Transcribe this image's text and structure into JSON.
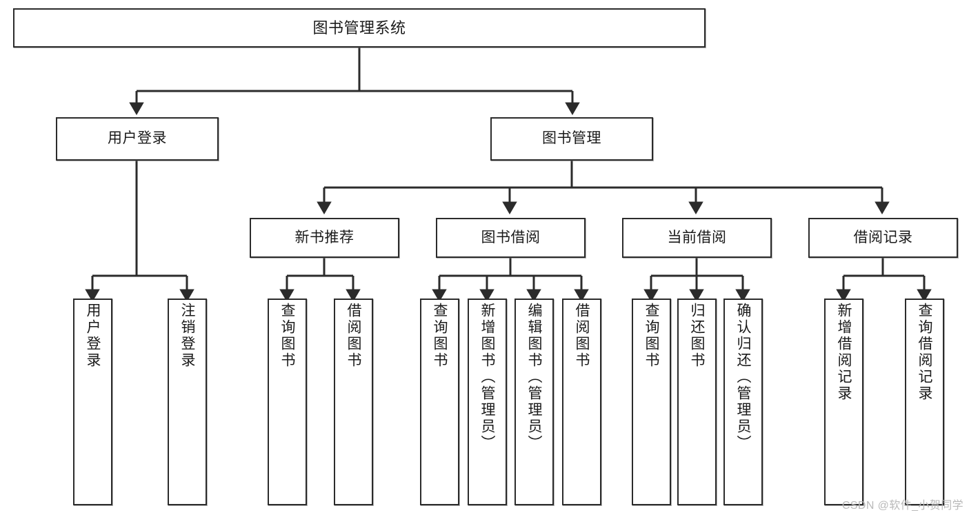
{
  "diagram": {
    "title": "图书管理系统",
    "type": "tree",
    "root": {
      "label": "图书管理系统"
    },
    "level2": [
      {
        "label": "用户登录"
      },
      {
        "label": "图书管理"
      }
    ],
    "level3": [
      {
        "label": "新书推荐"
      },
      {
        "label": "图书借阅"
      },
      {
        "label": "当前借阅"
      },
      {
        "label": "借阅记录"
      }
    ],
    "leaves": {
      "user_login": [
        {
          "label": "用户登录"
        },
        {
          "label": "注销登录"
        }
      ],
      "new_book_recommend": [
        {
          "label": "查询图书"
        },
        {
          "label": "借阅图书"
        }
      ],
      "book_borrow": [
        {
          "label": "查询图书"
        },
        {
          "label": "新增图书（管理员）"
        },
        {
          "label": "编辑图书（管理员）"
        },
        {
          "label": "借阅图书"
        }
      ],
      "current_borrow": [
        {
          "label": "查询图书"
        },
        {
          "label": "归还图书"
        },
        {
          "label": "确认归还（管理员）"
        }
      ],
      "borrow_records": [
        {
          "label": "新增借阅记录"
        },
        {
          "label": "查询借阅记录"
        }
      ]
    }
  },
  "watermark": {
    "text": "CSDN @软件_小贺同学"
  },
  "colors": {
    "stroke": "#2b2b2b",
    "fill": "#ffffff",
    "text": "#1a1a1a",
    "watermark": "#b9b9b9"
  }
}
